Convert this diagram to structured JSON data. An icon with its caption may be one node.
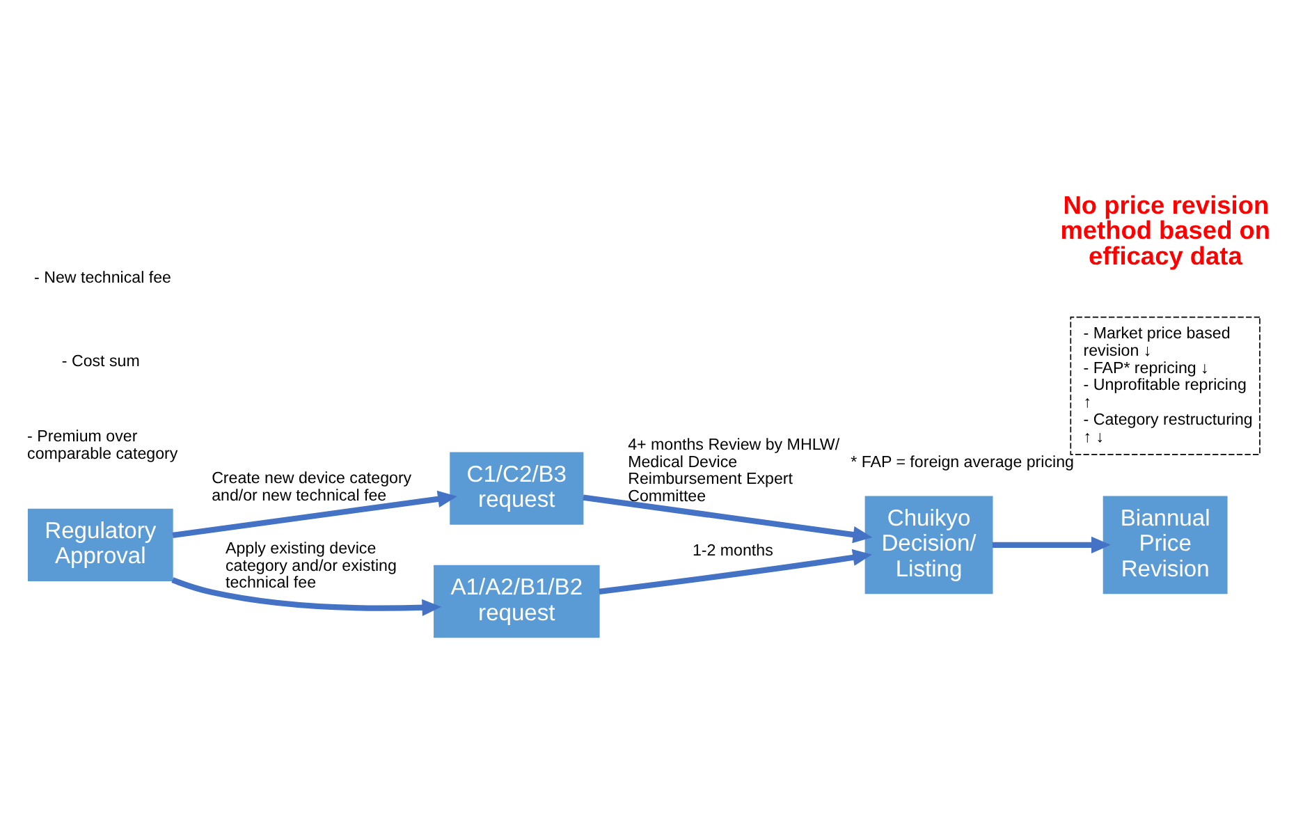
{
  "diagram": {
    "nodes": [
      {
        "text": [
          "Regulatory Approval"
        ]
      },
      {
        "text": [
          "C1/C2/B3 request"
        ]
      },
      {
        "text": [
          "Chuikyo Decision/ Listing"
        ]
      },
      {
        "text": [
          "Biannual Price Revision"
        ]
      },
      {
        "text": [
          "A1/A2/B1/B2 request"
        ]
      },
      {
        "text": [
          "- Market price based revision ↓",
          "- FAP* repricing ↓",
          "- Unprofitable repricing ↑",
          "- Category restructuring ↑ ↓"
        ],
        "beside": [
          "* FAP = foreign average pricing"
        ]
      }
    ],
    "edges": [
      {
        "from": 0,
        "to": 1,
        "arrow": "to",
        "label": "Create new device category and/or new technical fee"
      },
      {
        "from": 1,
        "to": 2,
        "arrow": "to",
        "label": "4+ months Review by MHLW/ Medical Device Reimbursement Expert Committee"
      },
      {
        "from": 2,
        "to": 3,
        "arrow": "to"
      },
      {
        "from": 0,
        "to": 4,
        "arrow": "to",
        "label": "Apply existing device category and/or existing technical fee"
      },
      {
        "from": 4,
        "to": 2,
        "arrow": "to",
        "label": "1-2 months"
      }
    ],
    "labels": [
      "- Premium over comparable category",
      "- Cost sum",
      "- New technical fee",
      "No price revision method based on efficacy data"
    ]
  }
}
